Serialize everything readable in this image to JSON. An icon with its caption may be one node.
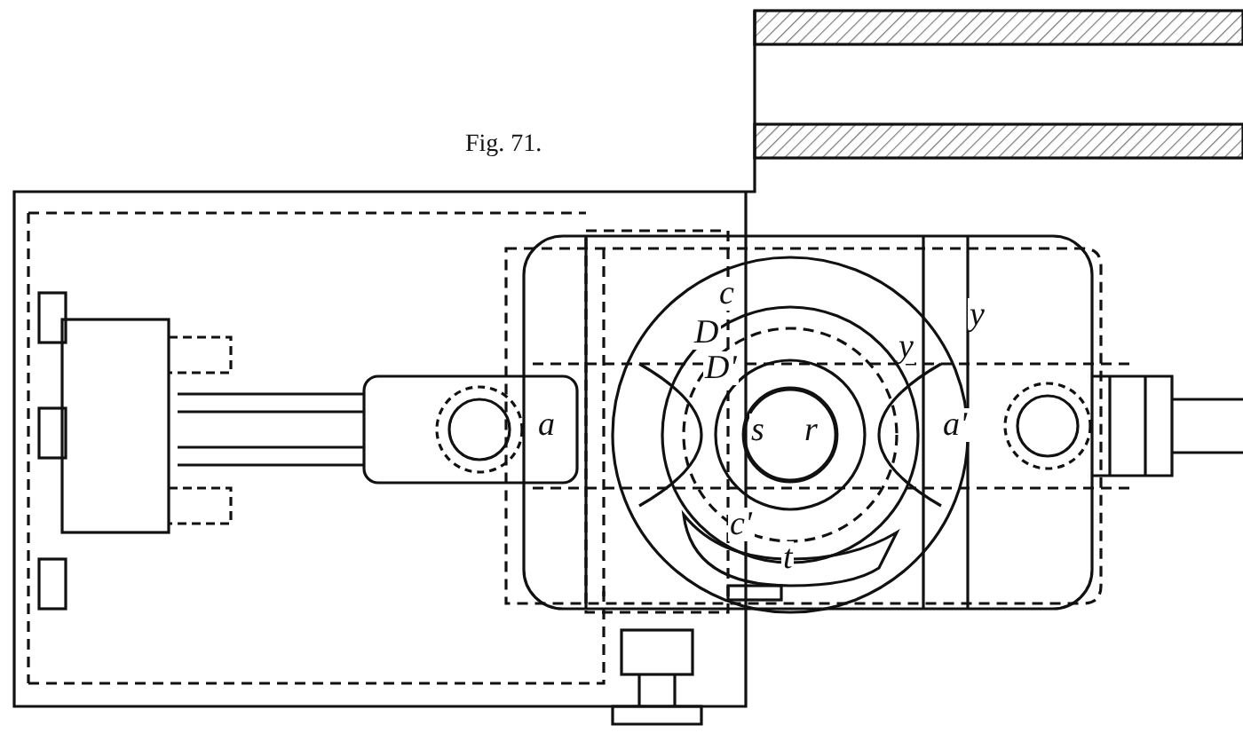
{
  "diagram": {
    "title": "Fig. 71.",
    "labels": [
      "c",
      "y",
      "D",
      "y",
      "D'",
      "a",
      "s",
      "r",
      "a'",
      "c'",
      "t"
    ]
  }
}
